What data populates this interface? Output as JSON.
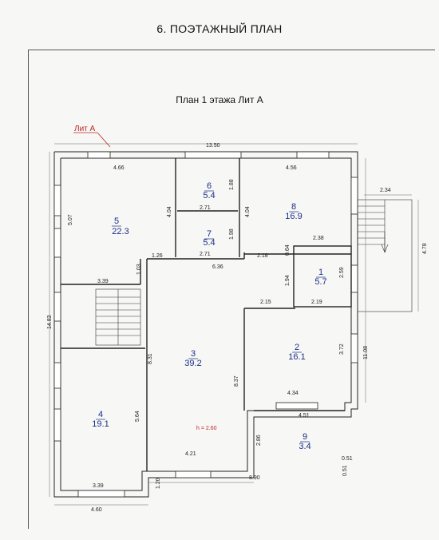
{
  "header": {
    "title": "6. ПОЭТАЖНЫЙ ПЛАН",
    "subtitle": "План 1 этажа Лит А"
  },
  "label_lit": "Лит А",
  "height_note": "h = 2.60",
  "rooms": [
    {
      "num": "5",
      "area": "22.3"
    },
    {
      "num": "6",
      "area": "5.4"
    },
    {
      "num": "7",
      "area": "5.4"
    },
    {
      "num": "8",
      "area": "16.9"
    },
    {
      "num": "1",
      "area": "5.7"
    },
    {
      "num": "2",
      "area": "16.1"
    },
    {
      "num": "3",
      "area": "39.2"
    },
    {
      "num": "4",
      "area": "19.1"
    },
    {
      "num": "9",
      "area": "3.4"
    }
  ],
  "dims": {
    "top_total": "13.50",
    "r5_top": "4.66",
    "r8_top": "4.56",
    "r5_height": "5.07",
    "r6_width": "2.71",
    "r6_height": "1.88",
    "r7_width": "2.71",
    "r7_height": "1.98",
    "r6r7_height": "4.04",
    "r8_left_height": "4.04",
    "stair_w": "2.34",
    "stair_h": "4.78",
    "r1_top": "2.38",
    "r1_left_h": "0.64",
    "r1_height": "2.59",
    "r1_bottom": "2.19",
    "r1_lower_h": "1.94",
    "r2_top": "2.15",
    "r2_height": "3.72",
    "right_total": "11.08",
    "r2_bottom": "4.34",
    "r3_top": "6.36",
    "r3_left_small": "1.26",
    "r3_right_small": "2.18",
    "small_v": "1.03",
    "stair_in_w": "3.39",
    "left_total": "14.83",
    "r3_left_h": "8.31",
    "r3_right_h": "8.37",
    "r4_right_h": "5.64",
    "r4_bottom": "3.39",
    "bottom_left": "4.60",
    "bottom_step": "1.20",
    "r3_bottom": "4.21",
    "bottom_right": "8.90",
    "r9_top": "4.51",
    "r9_left": "2.86",
    "r9_right_w": "0.51",
    "r9_right_h": "0.51"
  }
}
